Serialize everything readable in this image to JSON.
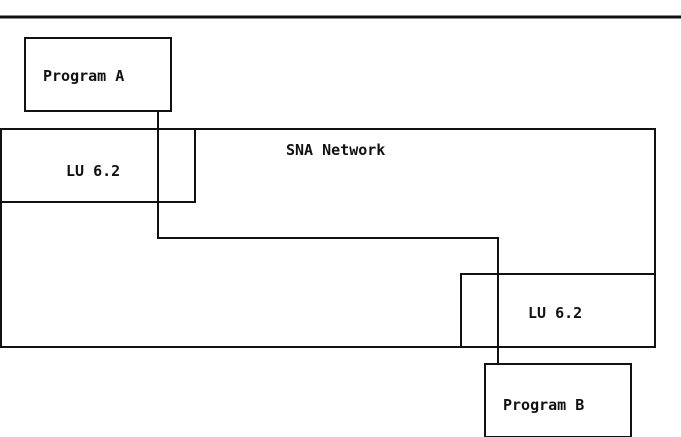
{
  "diagram": {
    "network_label": "SNA Network",
    "program_a": "Program A",
    "program_b": "Program B",
    "lu_top": "LU 6.2",
    "lu_bottom": "LU 6.2"
  }
}
